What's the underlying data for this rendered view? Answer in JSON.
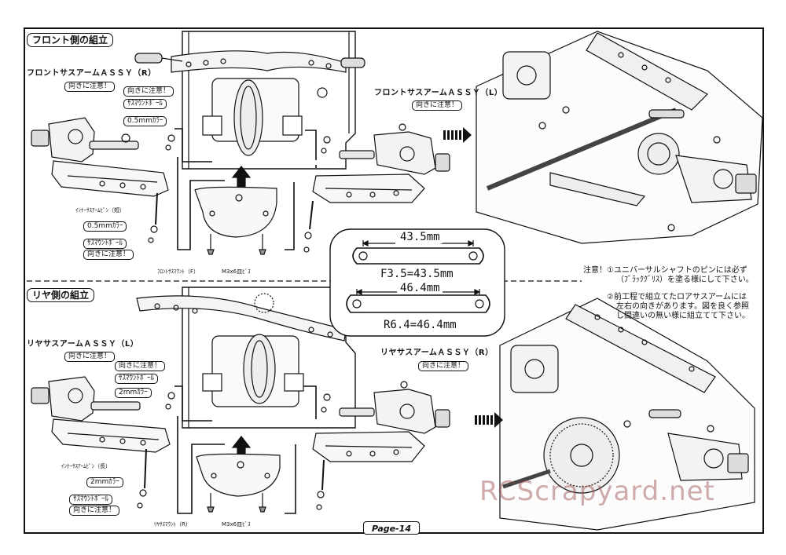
{
  "front": {
    "section_title": "フロント側の組立",
    "arm_r_title": "フロントサスアームＡＳＳＹ（R）",
    "arm_l_title": "フロントサスアームＡＳＳＹ（L）",
    "caution_1": "向きに注意！",
    "caution_2": "向きに注意！",
    "caution_3": "向きに注意！",
    "caution_l": "向きに注意！",
    "sus_ball_1": "ｻｽﾏｳﾝﾄﾎﾞｰﾙ",
    "sus_ball_2": "ｻｽﾏｳﾝﾄﾎﾞｰﾙ",
    "collar_1": "0.5mmｶﾗｰ",
    "collar_2": "0.5mmｶﾗｰ",
    "inner_pin": "ｲﾝﾅｰｻｽｱｰﾑﾋﾟﾝ（短）",
    "mount": "ﾌﾛﾝﾄｻｽﾏｳﾝﾄ（F）",
    "screw": "M3x6皿ﾋﾞｽ"
  },
  "rear": {
    "section_title": "リヤ側の組立",
    "arm_l_title": "リヤサスアームＡＳＳＹ（L）",
    "arm_r_title": "リヤサスアームＡＳＳＹ（R）",
    "caution_1": "向きに注意！",
    "caution_2": "向きに注意！",
    "caution_3": "向きに注意！",
    "caution_r": "向きに注意！",
    "sus_ball_1": "ｻｽﾏｳﾝﾄﾎﾞｰﾙ",
    "sus_ball_2": "ｻｽﾏｳﾝﾄﾎﾞｰﾙ",
    "collar_1": "2mmｶﾗｰ",
    "collar_2": "2mmｶﾗｰ",
    "inner_pin": "ｲﾝﾅｰｻｽｱｰﾑﾋﾟﾝ（長）",
    "mount": "ﾘﾔｻｽﾏｳﾝﾄ（R）",
    "screw": "M3x6皿ﾋﾞｽ"
  },
  "dimensions": {
    "front_len": "43.5mm",
    "front_eq": "F3.5=43.5mm",
    "rear_len": "46.4mm",
    "rear_eq": "R6.4=46.4mm"
  },
  "notes": {
    "line1": "注意！①ユニバーサルシャフトのピンには必ず",
    "line2": "（ﾌﾞﾗｯｸｸﾞﾘｽ）を塗る様にして下さい。",
    "line3": "②前工程で組立てたロアサスアームには",
    "line4": "左右の向きがあります。図を良く参照",
    "line5": "し間違いの無い様に組立てて下さい。"
  },
  "page_label": "Page-14",
  "watermark": "RCScrapyard.net"
}
